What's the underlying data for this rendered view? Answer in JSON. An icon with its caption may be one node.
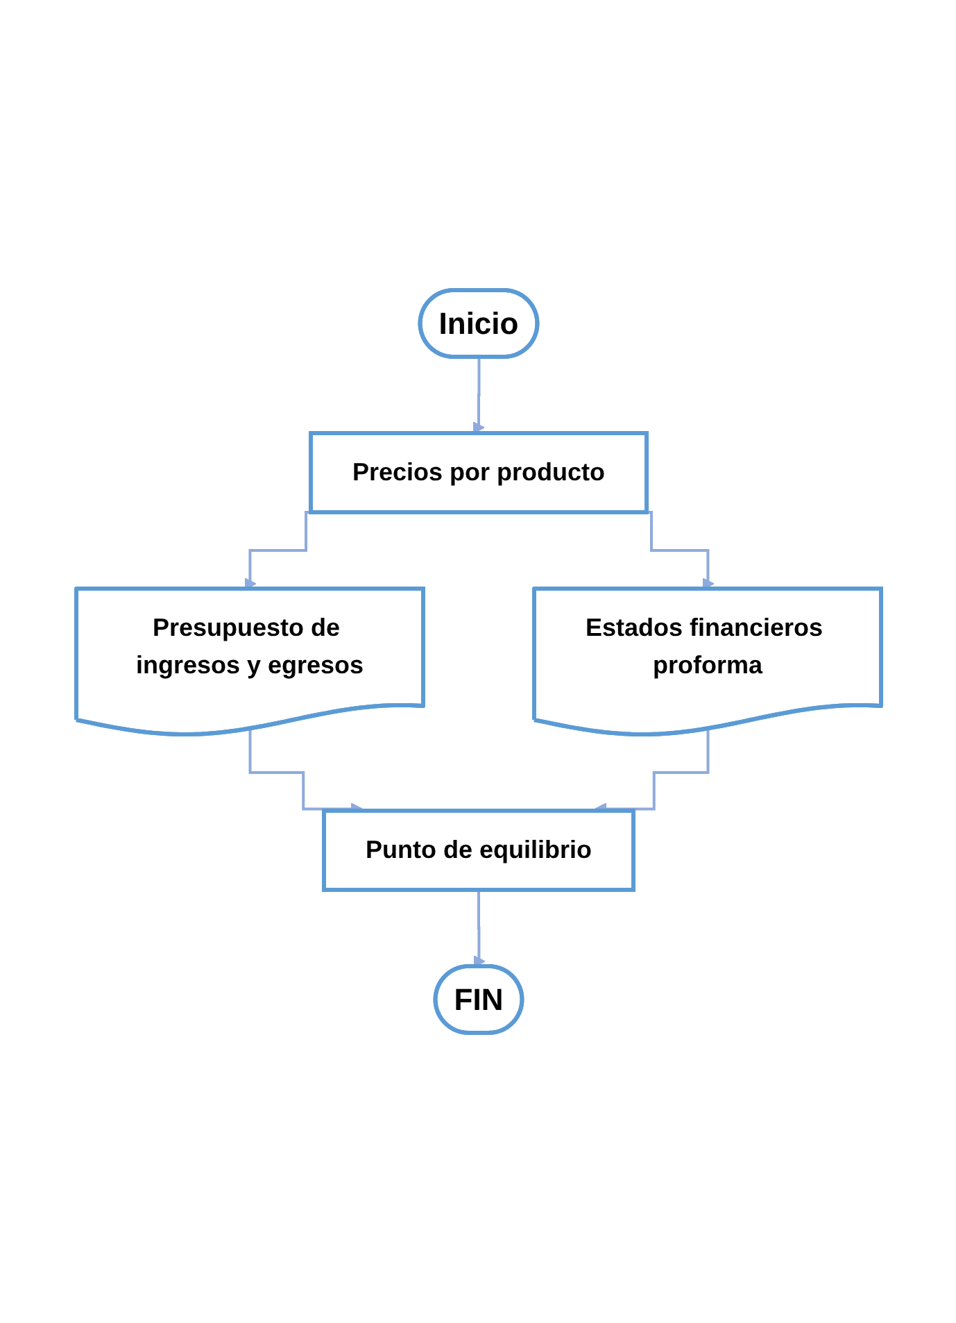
{
  "diagram": {
    "nodes": [
      {
        "text": [
          "Inicio"
        ]
      },
      {
        "text": [
          "Precios por producto"
        ]
      },
      {
        "text": [
          "Presupuesto de ingresos y egresos"
        ]
      },
      {
        "text": [
          "Estados financieros proforma"
        ]
      },
      {
        "text": [
          "Punto de equilibrio"
        ]
      },
      {
        "text": [
          "FIN"
        ]
      }
    ],
    "edges": [
      {
        "from": 0,
        "to": 1,
        "arrow": "to"
      },
      {
        "from": 1,
        "to": 2,
        "arrow": "to"
      },
      {
        "from": 1,
        "to": 3,
        "arrow": "to"
      },
      {
        "from": 2,
        "to": 4,
        "arrow": "to"
      },
      {
        "from": 3,
        "to": 4,
        "arrow": "to"
      },
      {
        "from": 4,
        "to": 5,
        "arrow": "to"
      }
    ]
  }
}
